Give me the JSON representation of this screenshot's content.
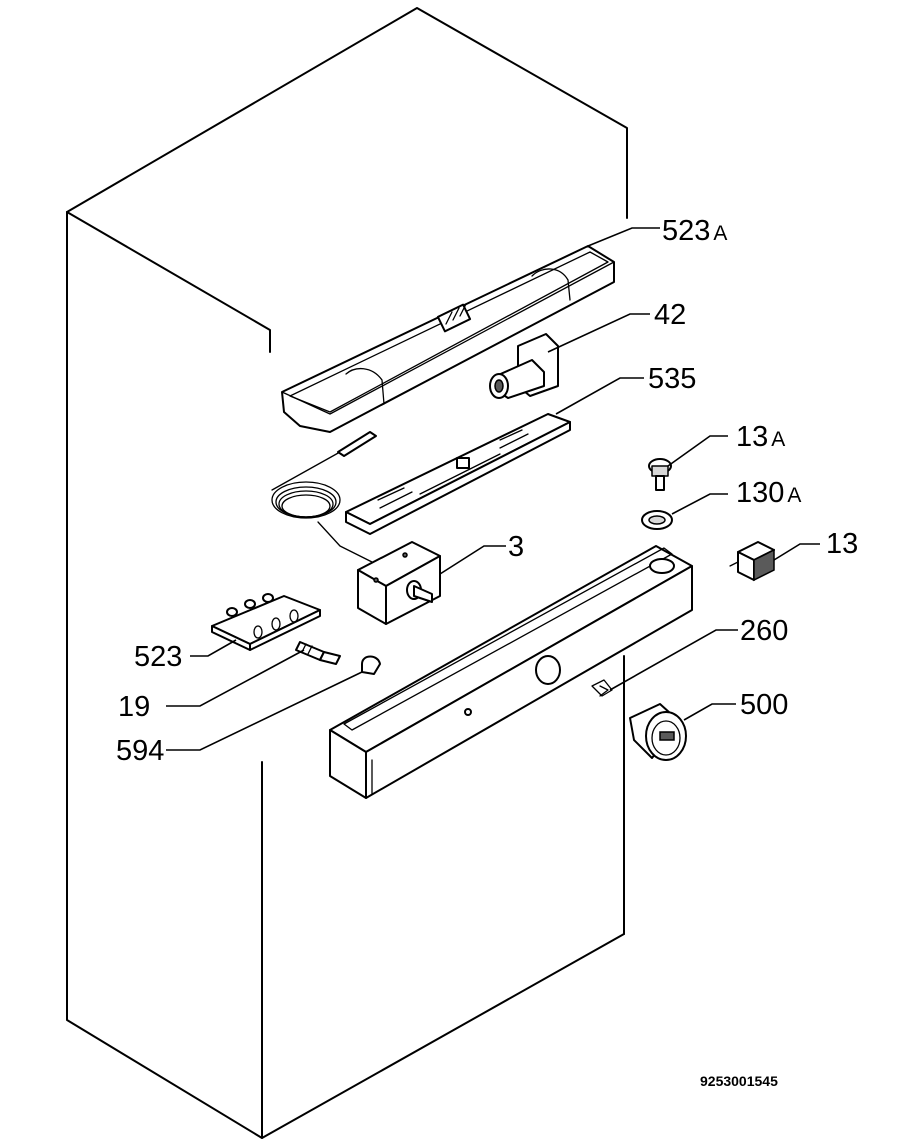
{
  "labels": {
    "p523a": "523",
    "p523a_suffix": "A",
    "p42": "42",
    "p535": "535",
    "p13a": "13",
    "p13a_suffix": "A",
    "p130a": "130",
    "p130a_suffix": "A",
    "p3": "3",
    "p13": "13",
    "p260": "260",
    "p500": "500",
    "p523": "523",
    "p19": "19",
    "p594": "594"
  },
  "doc_number": "9253001545"
}
